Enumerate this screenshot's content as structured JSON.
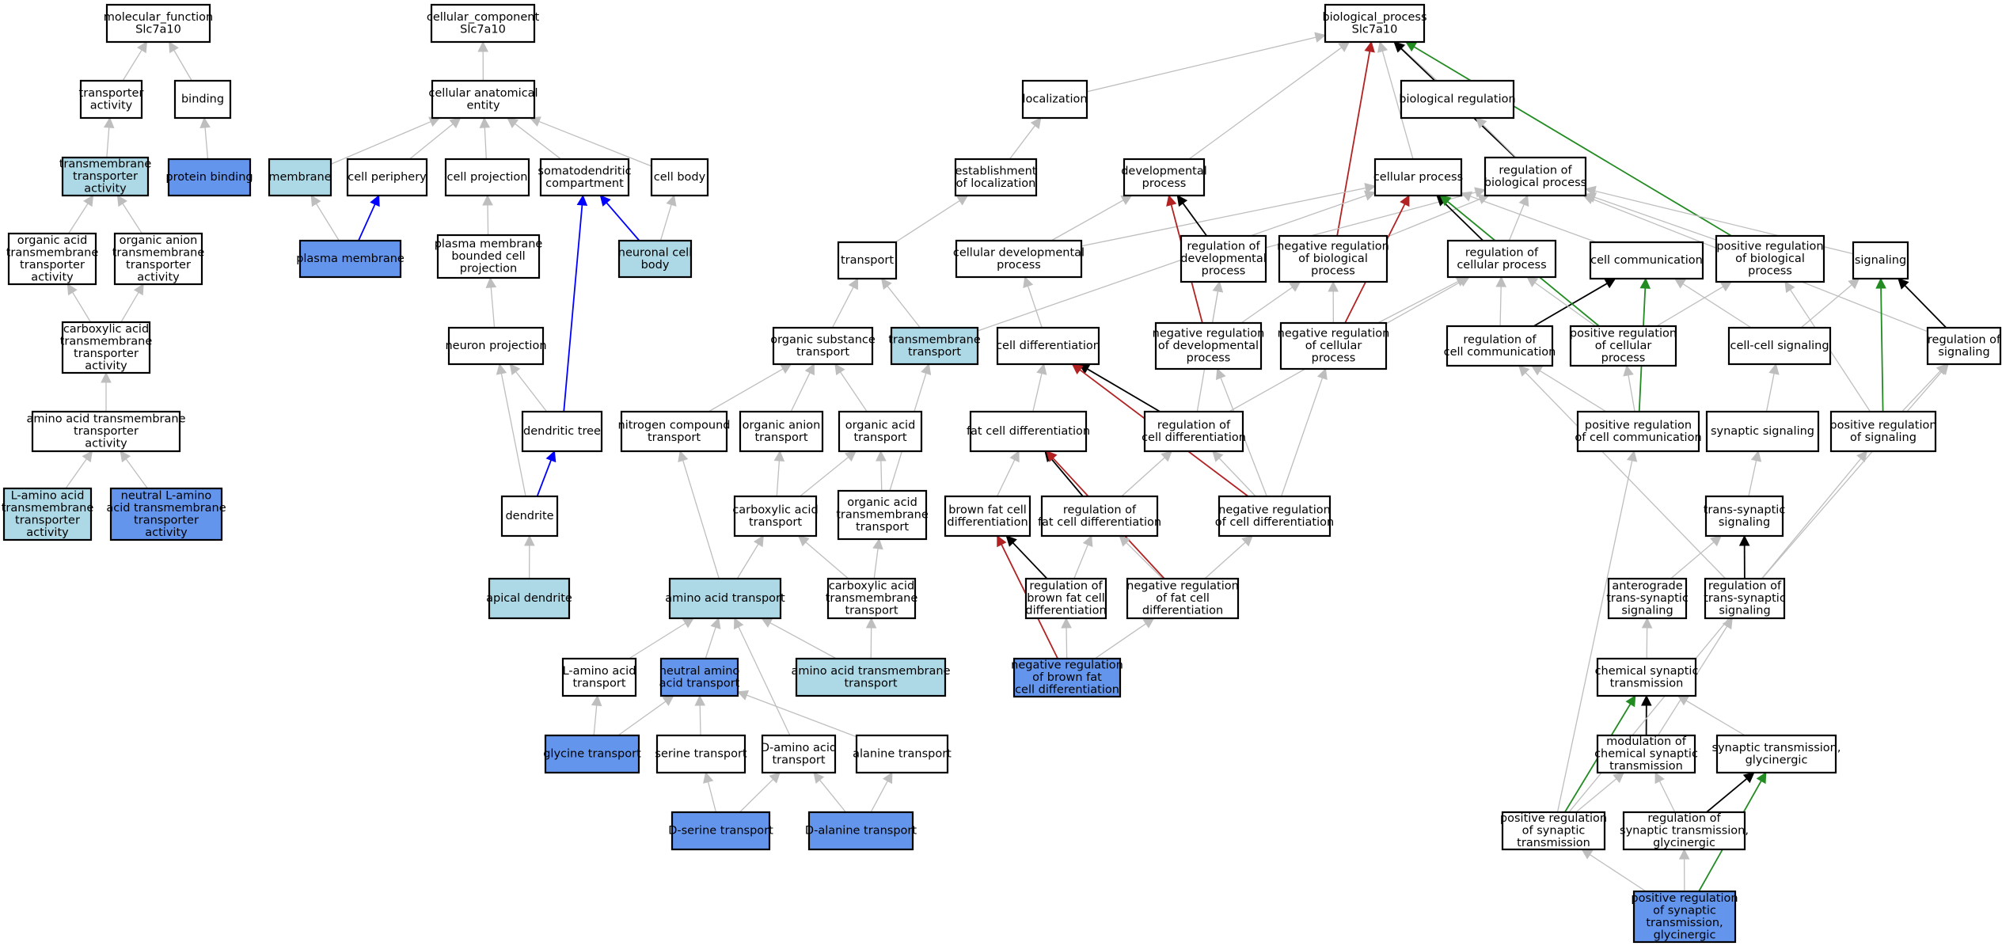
{
  "colors": {
    "white": "#ffffff",
    "lightblue": "#add8e6",
    "cornflowerblue": "#6495ed",
    "edge_gray": "#bebebe",
    "edge_black": "#000000",
    "edge_blue": "#0000ff",
    "edge_red": "#b22222",
    "edge_green": "#228b22"
  },
  "nodes": [
    {
      "id": "mf",
      "lines": [
        "molecular_function",
        "Slc7a10"
      ],
      "fill": "white"
    },
    {
      "id": "cc",
      "lines": [
        "cellular_component",
        "Slc7a10"
      ],
      "fill": "white"
    },
    {
      "id": "bp",
      "lines": [
        "biological_process",
        "Slc7a10"
      ],
      "fill": "white"
    },
    {
      "id": "ta",
      "lines": [
        "transporter",
        "activity"
      ],
      "fill": "white"
    },
    {
      "id": "bind",
      "lines": [
        "binding"
      ],
      "fill": "white"
    },
    {
      "id": "cae",
      "lines": [
        "cellular anatomical",
        "entity"
      ],
      "fill": "white"
    },
    {
      "id": "loc",
      "lines": [
        "localization"
      ],
      "fill": "white"
    },
    {
      "id": "breg",
      "lines": [
        "biological regulation"
      ],
      "fill": "white"
    },
    {
      "id": "tmta",
      "lines": [
        "transmembrane",
        "transporter",
        "activity"
      ],
      "fill": "lightblue"
    },
    {
      "id": "pb",
      "lines": [
        "protein binding"
      ],
      "fill": "cornflowerblue"
    },
    {
      "id": "mem",
      "lines": [
        "membrane"
      ],
      "fill": "lightblue"
    },
    {
      "id": "cper",
      "lines": [
        "cell periphery"
      ],
      "fill": "white"
    },
    {
      "id": "cproj",
      "lines": [
        "cell projection"
      ],
      "fill": "white"
    },
    {
      "id": "sdc",
      "lines": [
        "somatodendritic",
        "compartment"
      ],
      "fill": "white"
    },
    {
      "id": "cbody",
      "lines": [
        "cell body"
      ],
      "fill": "white"
    },
    {
      "id": "eloc",
      "lines": [
        "establishment",
        "of localization"
      ],
      "fill": "white"
    },
    {
      "id": "devp",
      "lines": [
        "developmental",
        "process"
      ],
      "fill": "white"
    },
    {
      "id": "cellp",
      "lines": [
        "cellular process"
      ],
      "fill": "white"
    },
    {
      "id": "regbp",
      "lines": [
        "regulation of",
        "biological process"
      ],
      "fill": "white"
    },
    {
      "id": "oata",
      "lines": [
        "organic acid",
        "transmembrane",
        "transporter",
        "activity"
      ],
      "fill": "white"
    },
    {
      "id": "oanta",
      "lines": [
        "organic anion",
        "transmembrane",
        "transporter",
        "activity"
      ],
      "fill": "white"
    },
    {
      "id": "pm",
      "lines": [
        "plasma membrane"
      ],
      "fill": "cornflowerblue"
    },
    {
      "id": "pmbcp",
      "lines": [
        "plasma membrane",
        "bounded cell",
        "projection"
      ],
      "fill": "white"
    },
    {
      "id": "ncb",
      "lines": [
        "neuronal cell",
        "body"
      ],
      "fill": "lightblue"
    },
    {
      "id": "trans",
      "lines": [
        "transport"
      ],
      "fill": "white"
    },
    {
      "id": "cdp",
      "lines": [
        "cellular developmental",
        "process"
      ],
      "fill": "white"
    },
    {
      "id": "regdp",
      "lines": [
        "regulation of",
        "developmental",
        "process"
      ],
      "fill": "white"
    },
    {
      "id": "nrbp",
      "lines": [
        "negative regulation",
        "of biological",
        "process"
      ],
      "fill": "white"
    },
    {
      "id": "regcp",
      "lines": [
        "regulation of",
        "cellular process"
      ],
      "fill": "white"
    },
    {
      "id": "ccom",
      "lines": [
        "cell communication"
      ],
      "fill": "white"
    },
    {
      "id": "prbp",
      "lines": [
        "positive regulation",
        "of biological",
        "process"
      ],
      "fill": "white"
    },
    {
      "id": "sig",
      "lines": [
        "signaling"
      ],
      "fill": "white"
    },
    {
      "id": "cata",
      "lines": [
        "carboxylic acid",
        "transmembrane",
        "transporter",
        "activity"
      ],
      "fill": "white"
    },
    {
      "id": "nproj",
      "lines": [
        "neuron projection"
      ],
      "fill": "white"
    },
    {
      "id": "ost",
      "lines": [
        "organic substance",
        "transport"
      ],
      "fill": "white"
    },
    {
      "id": "tmt",
      "lines": [
        "transmembrane",
        "transport"
      ],
      "fill": "lightblue"
    },
    {
      "id": "cdiff",
      "lines": [
        "cell differentiation"
      ],
      "fill": "white"
    },
    {
      "id": "nrdp",
      "lines": [
        "negative regulation",
        "of developmental",
        "process"
      ],
      "fill": "white"
    },
    {
      "id": "nrcp",
      "lines": [
        "negative regulation",
        "of cellular",
        "process"
      ],
      "fill": "white"
    },
    {
      "id": "regcc",
      "lines": [
        "regulation of",
        "cell communication"
      ],
      "fill": "white"
    },
    {
      "id": "prcp",
      "lines": [
        "positive regulation",
        "of cellular",
        "process"
      ],
      "fill": "white"
    },
    {
      "id": "ccsig",
      "lines": [
        "cell-cell signaling"
      ],
      "fill": "white"
    },
    {
      "id": "regsig",
      "lines": [
        "regulation of",
        "signaling"
      ],
      "fill": "white"
    },
    {
      "id": "aata",
      "lines": [
        "amino acid transmembrane",
        "transporter",
        "activity"
      ],
      "fill": "white"
    },
    {
      "id": "dtree",
      "lines": [
        "dendritic tree"
      ],
      "fill": "white"
    },
    {
      "id": "nct",
      "lines": [
        "nitrogen compound",
        "transport"
      ],
      "fill": "white"
    },
    {
      "id": "oant",
      "lines": [
        "organic anion",
        "transport"
      ],
      "fill": "white"
    },
    {
      "id": "oact",
      "lines": [
        "organic acid",
        "transport"
      ],
      "fill": "white"
    },
    {
      "id": "fcd",
      "lines": [
        "fat cell differentiation"
      ],
      "fill": "white"
    },
    {
      "id": "regcd",
      "lines": [
        "regulation of",
        "cell differentiation"
      ],
      "fill": "white"
    },
    {
      "id": "prcc",
      "lines": [
        "positive regulation",
        "of cell communication"
      ],
      "fill": "white"
    },
    {
      "id": "synsig",
      "lines": [
        "synaptic signaling"
      ],
      "fill": "white"
    },
    {
      "id": "prsig",
      "lines": [
        "positive regulation",
        "of signaling"
      ],
      "fill": "white"
    },
    {
      "id": "laata",
      "lines": [
        "L-amino acid",
        "transmembrane",
        "transporter",
        "activity"
      ],
      "fill": "lightblue"
    },
    {
      "id": "nlaata",
      "lines": [
        "neutral L-amino",
        "acid transmembrane",
        "transporter",
        "activity"
      ],
      "fill": "cornflowerblue"
    },
    {
      "id": "dend",
      "lines": [
        "dendrite"
      ],
      "fill": "white"
    },
    {
      "id": "cat",
      "lines": [
        "carboxylic acid",
        "transport"
      ],
      "fill": "white"
    },
    {
      "id": "oatmt",
      "lines": [
        "organic acid",
        "transmembrane",
        "transport"
      ],
      "fill": "white"
    },
    {
      "id": "bfcd",
      "lines": [
        "brown fat cell",
        "differentiation"
      ],
      "fill": "white"
    },
    {
      "id": "regfcd",
      "lines": [
        "regulation of",
        "fat cell differentiation"
      ],
      "fill": "white"
    },
    {
      "id": "nrcd",
      "lines": [
        "negative regulation",
        "of cell differentiation"
      ],
      "fill": "white"
    },
    {
      "id": "tss",
      "lines": [
        "trans-synaptic",
        "signaling"
      ],
      "fill": "white"
    },
    {
      "id": "apd",
      "lines": [
        "apical dendrite"
      ],
      "fill": "lightblue"
    },
    {
      "id": "aat",
      "lines": [
        "amino acid transport"
      ],
      "fill": "lightblue"
    },
    {
      "id": "catmt",
      "lines": [
        "carboxylic acid",
        "transmembrane",
        "transport"
      ],
      "fill": "white"
    },
    {
      "id": "regbfcd",
      "lines": [
        "regulation of",
        "brown fat cell",
        "differentiation"
      ],
      "fill": "white"
    },
    {
      "id": "nrfcd",
      "lines": [
        "negative regulation",
        "of fat cell",
        "differentiation"
      ],
      "fill": "white"
    },
    {
      "id": "atss",
      "lines": [
        "anterograde",
        "trans-synaptic",
        "signaling"
      ],
      "fill": "white"
    },
    {
      "id": "regtss",
      "lines": [
        "regulation of",
        "trans-synaptic",
        "signaling"
      ],
      "fill": "white"
    },
    {
      "id": "laat",
      "lines": [
        "L-amino acid",
        "transport"
      ],
      "fill": "white"
    },
    {
      "id": "naat",
      "lines": [
        "neutral amino",
        "acid transport"
      ],
      "fill": "cornflowerblue"
    },
    {
      "id": "aatmt",
      "lines": [
        "amino acid transmembrane",
        "transport"
      ],
      "fill": "lightblue"
    },
    {
      "id": "nrbfcd",
      "lines": [
        "negative regulation",
        "of brown fat",
        "cell differentiation"
      ],
      "fill": "cornflowerblue"
    },
    {
      "id": "cst",
      "lines": [
        "chemical synaptic",
        "transmission"
      ],
      "fill": "white"
    },
    {
      "id": "glyt",
      "lines": [
        "glycine transport"
      ],
      "fill": "cornflowerblue"
    },
    {
      "id": "sert",
      "lines": [
        "serine transport"
      ],
      "fill": "white"
    },
    {
      "id": "daat",
      "lines": [
        "D-amino acid",
        "transport"
      ],
      "fill": "white"
    },
    {
      "id": "alat",
      "lines": [
        "alanine transport"
      ],
      "fill": "white"
    },
    {
      "id": "modcst",
      "lines": [
        "modulation of",
        "chemical synaptic",
        "transmission"
      ],
      "fill": "white"
    },
    {
      "id": "stg",
      "lines": [
        "synaptic transmission,",
        "glycinergic"
      ],
      "fill": "white"
    },
    {
      "id": "dsert",
      "lines": [
        "D-serine transport"
      ],
      "fill": "cornflowerblue"
    },
    {
      "id": "dalat",
      "lines": [
        "D-alanine transport"
      ],
      "fill": "cornflowerblue"
    },
    {
      "id": "prst",
      "lines": [
        "positive regulation",
        "of synaptic",
        "transmission"
      ],
      "fill": "white"
    },
    {
      "id": "regstg",
      "lines": [
        "regulation of",
        "synaptic transmission,",
        "glycinergic"
      ],
      "fill": "white"
    },
    {
      "id": "prstg",
      "lines": [
        "positive regulation",
        "of synaptic",
        "transmission,",
        "glycinergic"
      ],
      "fill": "cornflowerblue"
    }
  ],
  "edges": [
    [
      "ta",
      "mf",
      "gray"
    ],
    [
      "bind",
      "mf",
      "gray"
    ],
    [
      "tmta",
      "ta",
      "gray"
    ],
    [
      "pb",
      "bind",
      "gray"
    ],
    [
      "oata",
      "tmta",
      "gray"
    ],
    [
      "oanta",
      "tmta",
      "gray"
    ],
    [
      "cata",
      "oata",
      "gray"
    ],
    [
      "cata",
      "oanta",
      "gray"
    ],
    [
      "aata",
      "cata",
      "gray"
    ],
    [
      "laata",
      "aata",
      "gray"
    ],
    [
      "nlaata",
      "aata",
      "gray"
    ],
    [
      "cae",
      "cc",
      "gray"
    ],
    [
      "mem",
      "cae",
      "gray"
    ],
    [
      "cper",
      "cae",
      "gray"
    ],
    [
      "cproj",
      "cae",
      "gray"
    ],
    [
      "sdc",
      "cae",
      "gray"
    ],
    [
      "cbody",
      "cae",
      "gray"
    ],
    [
      "pm",
      "mem",
      "gray"
    ],
    [
      "pm",
      "cper",
      "blue"
    ],
    [
      "pmbcp",
      "cproj",
      "gray"
    ],
    [
      "ncb",
      "sdc",
      "blue"
    ],
    [
      "ncb",
      "cbody",
      "gray"
    ],
    [
      "nproj",
      "pmbcp",
      "gray"
    ],
    [
      "dtree",
      "nproj",
      "gray"
    ],
    [
      "dtree",
      "sdc",
      "blue"
    ],
    [
      "dend",
      "nproj",
      "gray"
    ],
    [
      "dend",
      "dtree",
      "blue"
    ],
    [
      "apd",
      "dend",
      "gray"
    ],
    [
      "loc",
      "bp",
      "gray"
    ],
    [
      "breg",
      "bp",
      "gray"
    ],
    [
      "devp",
      "bp",
      "gray"
    ],
    [
      "cellp",
      "bp",
      "gray"
    ],
    [
      "regbp",
      "bp",
      "black"
    ],
    [
      "regbp",
      "breg",
      "gray"
    ],
    [
      "nrbp",
      "bp",
      "red"
    ],
    [
      "prbp",
      "bp",
      "green"
    ],
    [
      "eloc",
      "loc",
      "gray"
    ],
    [
      "trans",
      "eloc",
      "gray"
    ],
    [
      "ost",
      "trans",
      "gray"
    ],
    [
      "tmt",
      "trans",
      "gray"
    ],
    [
      "tmt",
      "cellp",
      "gray"
    ],
    [
      "nct",
      "ost",
      "gray"
    ],
    [
      "oant",
      "ost",
      "gray"
    ],
    [
      "oact",
      "ost",
      "gray"
    ],
    [
      "cat",
      "oant",
      "gray"
    ],
    [
      "cat",
      "oact",
      "gray"
    ],
    [
      "oatmt",
      "oact",
      "gray"
    ],
    [
      "oatmt",
      "tmt",
      "gray"
    ],
    [
      "aat",
      "nct",
      "gray"
    ],
    [
      "aat",
      "cat",
      "gray"
    ],
    [
      "catmt",
      "cat",
      "gray"
    ],
    [
      "catmt",
      "oatmt",
      "gray"
    ],
    [
      "laat",
      "aat",
      "gray"
    ],
    [
      "naat",
      "aat",
      "gray"
    ],
    [
      "aatmt",
      "aat",
      "gray"
    ],
    [
      "aatmt",
      "catmt",
      "gray"
    ],
    [
      "glyt",
      "laat",
      "gray"
    ],
    [
      "glyt",
      "naat",
      "gray"
    ],
    [
      "sert",
      "naat",
      "gray"
    ],
    [
      "daat",
      "aat",
      "gray"
    ],
    [
      "alat",
      "naat",
      "gray"
    ],
    [
      "dsert",
      "sert",
      "gray"
    ],
    [
      "dsert",
      "daat",
      "gray"
    ],
    [
      "dalat",
      "daat",
      "gray"
    ],
    [
      "dalat",
      "alat",
      "gray"
    ],
    [
      "cdp",
      "devp",
      "gray"
    ],
    [
      "cdp",
      "cellp",
      "gray"
    ],
    [
      "regdp",
      "devp",
      "black"
    ],
    [
      "regdp",
      "regbp",
      "gray"
    ],
    [
      "nrbp",
      "regbp",
      "gray"
    ],
    [
      "regcp",
      "cellp",
      "black"
    ],
    [
      "regcp",
      "regbp",
      "gray"
    ],
    [
      "ccom",
      "cellp",
      "gray"
    ],
    [
      "prbp",
      "regbp",
      "gray"
    ],
    [
      "sig",
      "regbp",
      "gray"
    ],
    [
      "cdiff",
      "cdp",
      "gray"
    ],
    [
      "nrdp",
      "devp",
      "red"
    ],
    [
      "nrdp",
      "regdp",
      "gray"
    ],
    [
      "nrdp",
      "nrbp",
      "gray"
    ],
    [
      "nrcp",
      "cellp",
      "red"
    ],
    [
      "nrcp",
      "nrbp",
      "gray"
    ],
    [
      "nrcp",
      "regcp",
      "gray"
    ],
    [
      "regcc",
      "ccom",
      "black"
    ],
    [
      "regcc",
      "regcp",
      "gray"
    ],
    [
      "prcp",
      "cellp",
      "green"
    ],
    [
      "prcp",
      "regcp",
      "gray"
    ],
    [
      "prcp",
      "prbp",
      "gray"
    ],
    [
      "ccsig",
      "ccom",
      "gray"
    ],
    [
      "ccsig",
      "sig",
      "gray"
    ],
    [
      "regsig",
      "sig",
      "black"
    ],
    [
      "regsig",
      "regbp",
      "gray"
    ],
    [
      "fcd",
      "cdiff",
      "gray"
    ],
    [
      "regcd",
      "cdiff",
      "black"
    ],
    [
      "regcd",
      "regdp",
      "gray"
    ],
    [
      "regcd",
      "regcp",
      "gray"
    ],
    [
      "prcc",
      "ccom",
      "green"
    ],
    [
      "prcc",
      "regcc",
      "gray"
    ],
    [
      "prcc",
      "prcp",
      "gray"
    ],
    [
      "synsig",
      "ccsig",
      "gray"
    ],
    [
      "prsig",
      "sig",
      "green"
    ],
    [
      "prsig",
      "regsig",
      "gray"
    ],
    [
      "prsig",
      "prbp",
      "gray"
    ],
    [
      "bfcd",
      "fcd",
      "gray"
    ],
    [
      "regfcd",
      "fcd",
      "black"
    ],
    [
      "regfcd",
      "regcd",
      "gray"
    ],
    [
      "nrcd",
      "cdiff",
      "red"
    ],
    [
      "nrcd",
      "regcd",
      "gray"
    ],
    [
      "nrcd",
      "nrdp",
      "gray"
    ],
    [
      "nrcd",
      "nrcp",
      "gray"
    ],
    [
      "tss",
      "synsig",
      "gray"
    ],
    [
      "regbfcd",
      "bfcd",
      "black"
    ],
    [
      "regbfcd",
      "regfcd",
      "gray"
    ],
    [
      "nrfcd",
      "fcd",
      "red"
    ],
    [
      "nrfcd",
      "regfcd",
      "gray"
    ],
    [
      "nrfcd",
      "nrcd",
      "gray"
    ],
    [
      "atss",
      "tss",
      "gray"
    ],
    [
      "regtss",
      "tss",
      "black"
    ],
    [
      "regtss",
      "regsig",
      "gray"
    ],
    [
      "regtss",
      "regcc",
      "gray"
    ],
    [
      "nrbfcd",
      "bfcd",
      "red"
    ],
    [
      "nrbfcd",
      "regbfcd",
      "gray"
    ],
    [
      "nrbfcd",
      "nrfcd",
      "gray"
    ],
    [
      "cst",
      "atss",
      "gray"
    ],
    [
      "modcst",
      "cst",
      "black"
    ],
    [
      "modcst",
      "regtss",
      "gray"
    ],
    [
      "stg",
      "cst",
      "gray"
    ],
    [
      "prst",
      "modcst",
      "gray"
    ],
    [
      "prst",
      "cst",
      "green"
    ],
    [
      "prst",
      "prcc",
      "gray"
    ],
    [
      "prst",
      "prsig",
      "gray"
    ],
    [
      "regstg",
      "stg",
      "black"
    ],
    [
      "regstg",
      "modcst",
      "gray"
    ],
    [
      "prstg",
      "prst",
      "gray"
    ],
    [
      "prstg",
      "regstg",
      "gray"
    ],
    [
      "prstg",
      "stg",
      "green"
    ]
  ]
}
